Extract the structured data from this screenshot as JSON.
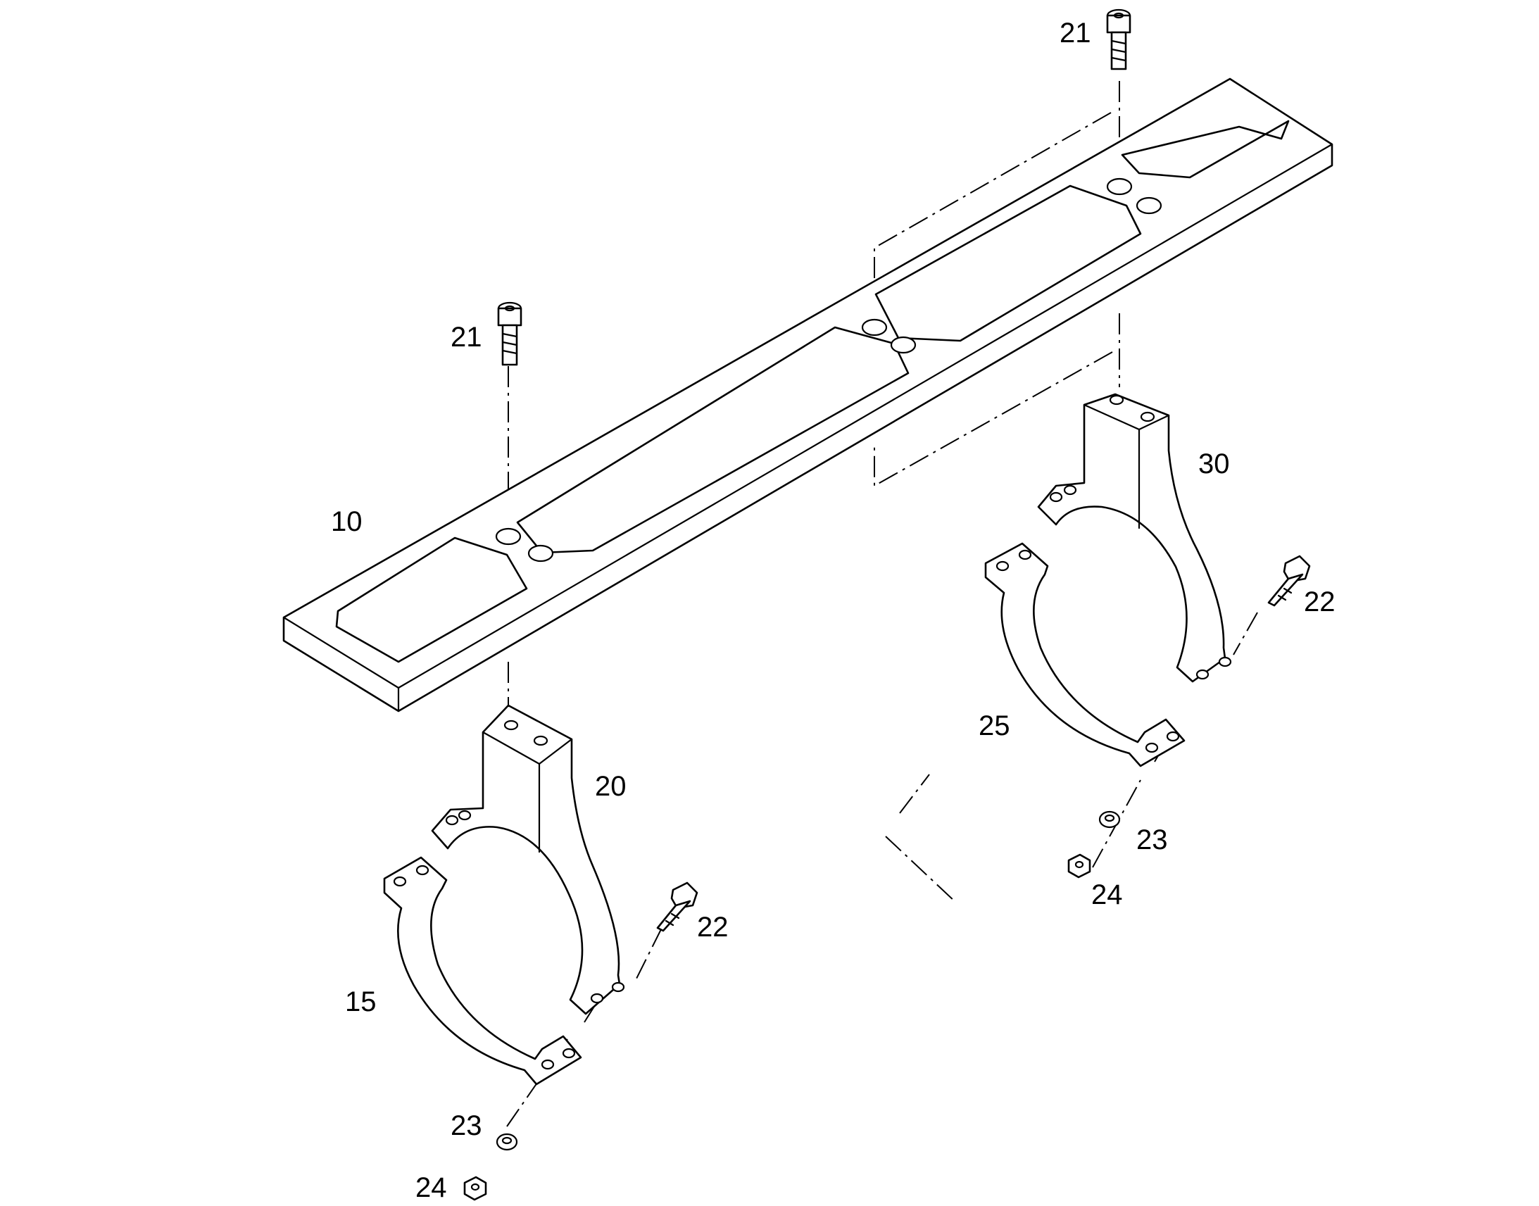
{
  "colors": {
    "line": "#000000",
    "background": "#ffffff"
  },
  "labels": {
    "frame": "10",
    "clamp_lower_left": "15",
    "bracket_left": "20",
    "cap_screw_left": "21",
    "cap_screw_right": "21",
    "bolt_left": "22",
    "bolt_right": "22",
    "washer_left": "23",
    "washer_right": "23",
    "nut_left": "24",
    "nut_right": "24",
    "clamp_lower_right": "25",
    "bracket_right": "30"
  }
}
